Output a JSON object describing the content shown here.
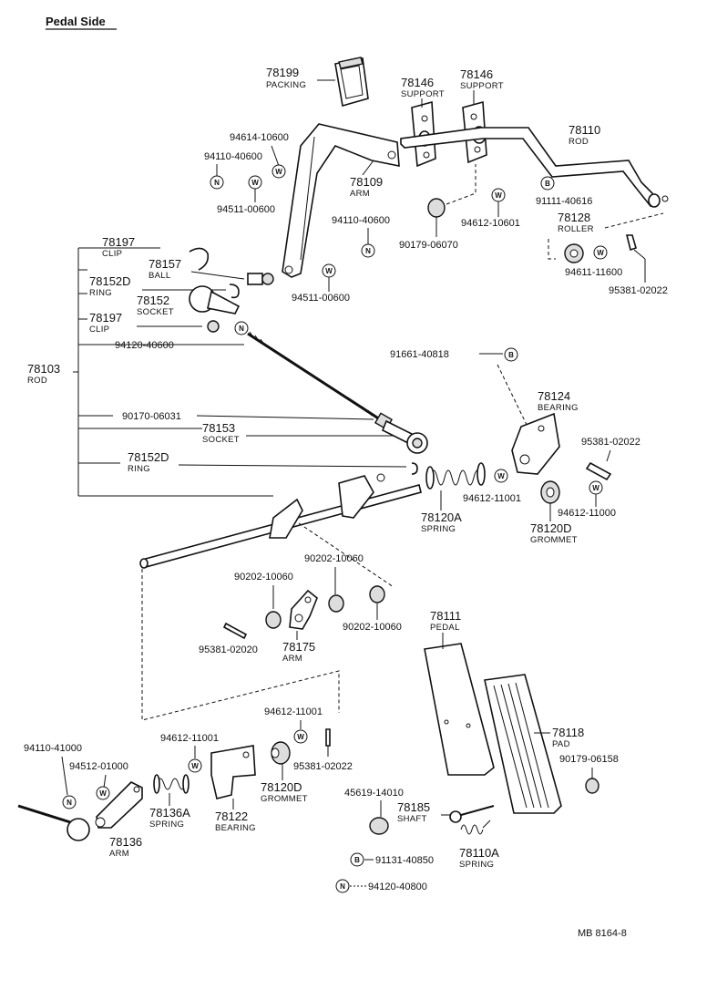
{
  "title": "Pedal Side",
  "reference": "MB  8164-8",
  "parts": {
    "p78199": {
      "num": "78199",
      "name": "PACKING"
    },
    "p78146a": {
      "num": "78146",
      "name": "SUPPORT"
    },
    "p78146b": {
      "num": "78146",
      "name": "SUPPORT"
    },
    "p78110": {
      "num": "78110",
      "name": "ROD"
    },
    "p78109": {
      "num": "78109",
      "name": "ARM"
    },
    "p78128": {
      "num": "78128",
      "name": "ROLLER"
    },
    "p78197a": {
      "num": "78197",
      "name": "CLIP"
    },
    "p78157": {
      "num": "78157",
      "name": "BALL"
    },
    "p78152Da": {
      "num": "78152D",
      "name": "RING"
    },
    "p78152": {
      "num": "78152",
      "name": "SOCKET"
    },
    "p78197b": {
      "num": "78197",
      "name": "CLIP"
    },
    "p78103": {
      "num": "78103",
      "name": "ROD"
    },
    "p78153": {
      "num": "78153",
      "name": "SOCKET"
    },
    "p78152Db": {
      "num": "78152D",
      "name": "RING"
    },
    "p78124": {
      "num": "78124",
      "name": "BEARING"
    },
    "p78120A": {
      "num": "78120A",
      "name": "SPRING"
    },
    "p78120Da": {
      "num": "78120D",
      "name": "GROMMET"
    },
    "p78111": {
      "num": "78111",
      "name": "PEDAL"
    },
    "p78175": {
      "num": "78175",
      "name": "ARM"
    },
    "p78118": {
      "num": "78118",
      "name": "PAD"
    },
    "p78136A": {
      "num": "78136A",
      "name": "SPRING"
    },
    "p78122": {
      "num": "78122",
      "name": "BEARING"
    },
    "p78120Db": {
      "num": "78120D",
      "name": "GROMMET"
    },
    "p78136": {
      "num": "78136",
      "name": "ARM"
    },
    "p78185": {
      "num": "78185",
      "name": "SHAFT"
    },
    "p78110A": {
      "num": "78110A",
      "name": "SPRING"
    }
  },
  "hardware": {
    "h94614_10600": "94614-10600",
    "h94110_40600a": "94110-40600",
    "h94511_00600a": "94511-00600",
    "h94110_40600b": "94110-40600",
    "h94511_00600b": "94511-00600",
    "h91111_40616": "91111-40616",
    "h94612_10601": "94612-10601",
    "h90179_06070": "90179-06070",
    "h94611_11600": "94611-11600",
    "h95381_02022a": "95381-02022",
    "h94120_40600": "94120-40600",
    "h90170_06031": "90170-06031",
    "h91661_40818": "91661-40818",
    "h95381_02022b": "95381-02022",
    "h94612_11001a": "94612-11001",
    "h94612_11000": "94612-11000",
    "h90202_10060a": "90202-10060",
    "h90202_10060b": "90202-10060",
    "h90202_10060c": "90202-10060",
    "h95381_02020": "95381-02020",
    "h94612_11001b": "94612-11001",
    "h94612_11001c": "94612-11001",
    "h95381_02022c": "95381-02022",
    "h94110_41000": "94110-41000",
    "h94512_01000": "94512-01000",
    "h45619_14010": "45619-14010",
    "h90179_06158": "90179-06158",
    "h91131_40850": "91131-40850",
    "h94120_40800": "94120-40800"
  },
  "symbols": {
    "n": "N",
    "w": "W",
    "b": "B"
  }
}
